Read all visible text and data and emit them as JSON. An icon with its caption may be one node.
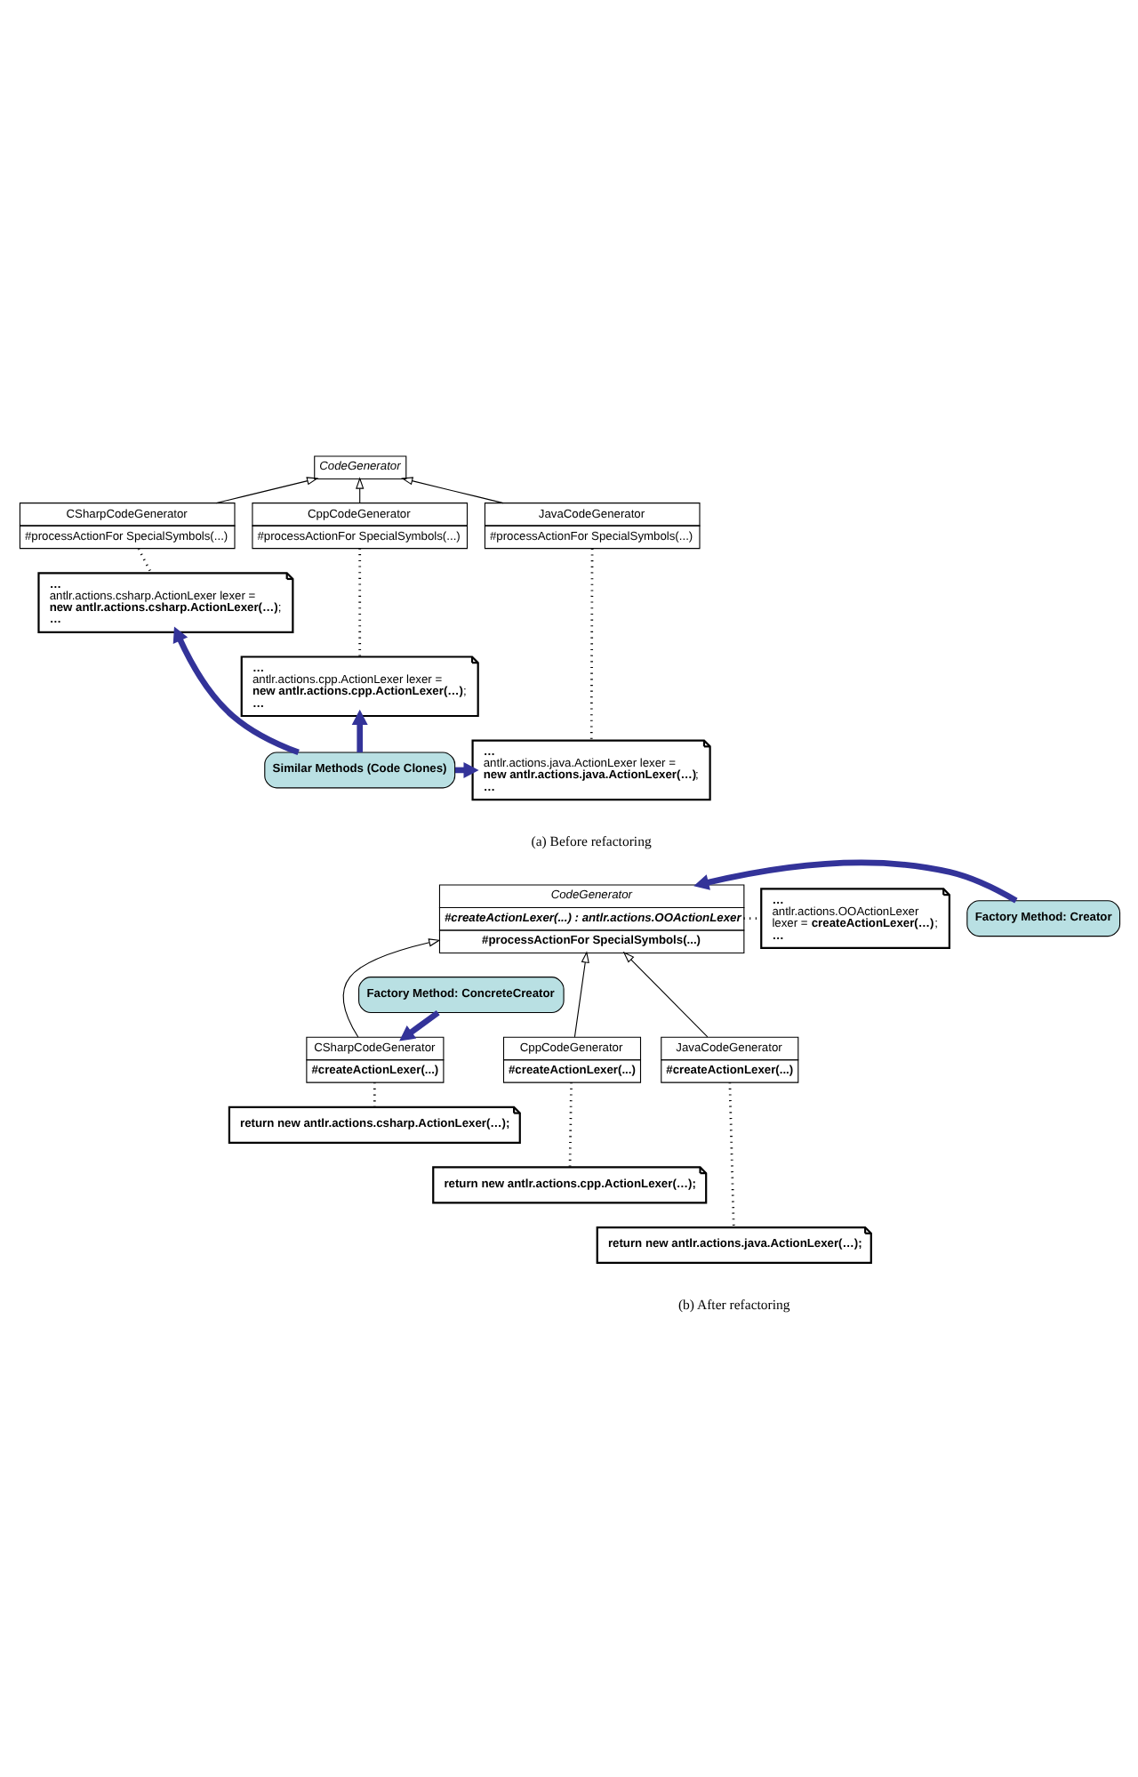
{
  "diagram": {
    "nodes": [
      {
        "text": [
          "CodeGenerator"
        ]
      },
      {
        "text": [
          "CSharpCodeGenerator",
          "#processActionFor SpecialSymbols(...)"
        ]
      },
      {
        "text": [
          "CppCodeGenerator",
          "#processActionFor SpecialSymbols(...)"
        ]
      },
      {
        "text": [
          "JavaCodeGenerator",
          "#processActionFor SpecialSymbols(...)"
        ]
      },
      {
        "text": [
          "…",
          "antlr.actions.csharp.ActionLexer lexer =",
          "**new antlr.actions.csharp.ActionLexer(…)**;",
          "…"
        ]
      },
      {
        "text": [
          "…",
          "antlr.actions.cpp.ActionLexer lexer =",
          "**new antlr.actions.cpp.ActionLexer(…)**;",
          "…"
        ]
      },
      {
        "text": [
          "…",
          "antlr.actions.java.ActionLexer lexer =",
          "**new antlr.actions.java.ActionLexer(…)**;",
          "…"
        ]
      },
      {
        "text": [
          "Similar Methods (Code Clones)"
        ]
      },
      {
        "text": [
          "CodeGenerator",
          "#createActionLexer(...) : antlr.actions.OOActionLexer",
          "#processActionFor SpecialSymbols(...)"
        ]
      },
      {
        "text": [
          "Factory Method: Creator"
        ]
      },
      {
        "text": [
          "…",
          "antlr.actions.OOActionLexer",
          "lexer = **createActionLexer(…)**;",
          "…"
        ]
      },
      {
        "text": [
          "Factory Method: ConcreteCreator"
        ]
      },
      {
        "text": [
          "CSharpCodeGenerator",
          "#createActionLexer(...)"
        ]
      },
      {
        "text": [
          "CppCodeGenerator",
          "#createActionLexer(...)"
        ]
      },
      {
        "text": [
          "JavaCodeGenerator",
          "#createActionLexer(...)"
        ]
      },
      {
        "text": [
          "return new antlr.actions.csharp.ActionLexer(…);"
        ]
      },
      {
        "text": [
          "return new antlr.actions.cpp.ActionLexer(…);"
        ]
      },
      {
        "text": [
          "return new antlr.actions.java.ActionLexer(…);"
        ]
      }
    ],
    "edges": [
      {
        "from": 1,
        "to": 0,
        "arrow": "to"
      },
      {
        "from": 2,
        "to": 0,
        "arrow": "to"
      },
      {
        "from": 3,
        "to": 0,
        "arrow": "to"
      },
      {
        "from": 1,
        "to": 4,
        "arrow": "none",
        "style": "dashed"
      },
      {
        "from": 2,
        "to": 5,
        "arrow": "none",
        "style": "dashed"
      },
      {
        "from": 3,
        "to": 6,
        "arrow": "none",
        "style": "dashed"
      },
      {
        "from": 7,
        "to": 4,
        "arrow": "to",
        "style": "thick",
        "color": "#333399"
      },
      {
        "from": 7,
        "to": 5,
        "arrow": "to",
        "style": "thick",
        "color": "#333399"
      },
      {
        "from": 7,
        "to": 6,
        "arrow": "to",
        "style": "thick",
        "color": "#333399"
      },
      {
        "from": 9,
        "to": 8,
        "arrow": "to",
        "style": "thick",
        "color": "#333399"
      },
      {
        "from": 8,
        "to": 10,
        "arrow": "none",
        "style": "dashed"
      },
      {
        "from": 12,
        "to": 8,
        "arrow": "to"
      },
      {
        "from": 13,
        "to": 8,
        "arrow": "to"
      },
      {
        "from": 14,
        "to": 8,
        "arrow": "to"
      },
      {
        "from": 11,
        "to": 12,
        "arrow": "to",
        "style": "thick",
        "color": "#333399"
      },
      {
        "from": 12,
        "to": 15,
        "arrow": "none",
        "style": "dashed"
      },
      {
        "from": 13,
        "to": 16,
        "arrow": "none",
        "style": "dashed"
      },
      {
        "from": 14,
        "to": 17,
        "arrow": "none",
        "style": "dashed"
      }
    ],
    "labels": [
      "(a) Before refactoring",
      "(b) After refactoring"
    ]
  }
}
